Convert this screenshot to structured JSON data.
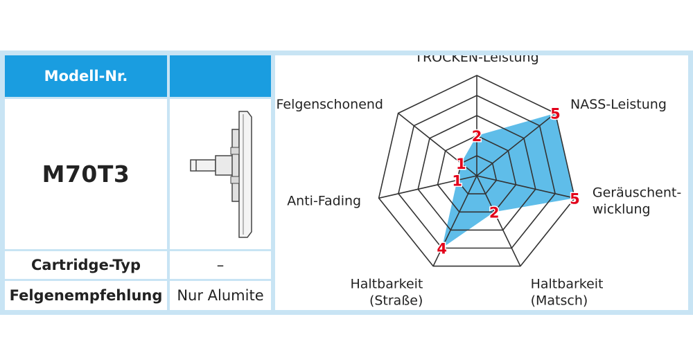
{
  "table": {
    "header_model": "Modell-Nr.",
    "header_image": "",
    "model": "M70T3",
    "rows": [
      {
        "label": "Cartridge-Typ",
        "value": "–"
      },
      {
        "label": "Felgenempfehlung",
        "value": "Nur Alumite"
      }
    ]
  },
  "chart_data": {
    "type": "radar",
    "axes": [
      {
        "label": [
          "TROCKEN-Leistung"
        ],
        "value": 2
      },
      {
        "label": [
          "NASS-Leistung"
        ],
        "value": 5
      },
      {
        "label": [
          "Geräuschent-",
          "wicklung"
        ],
        "value": 5
      },
      {
        "label": [
          "Haltbarkeit",
          "(Matsch)"
        ],
        "value": 2
      },
      {
        "label": [
          "Haltbarkeit",
          "(Straße)"
        ],
        "value": 4
      },
      {
        "label": [
          "Anti-Fading"
        ],
        "value": 1
      },
      {
        "label": [
          "Felgenschonend"
        ],
        "value": 1
      }
    ],
    "rlim": [
      0,
      5
    ],
    "grid_levels": 5,
    "fill_color": "#5fbde9",
    "value_label_color": "#e2001a",
    "grid_color": "#333333"
  }
}
